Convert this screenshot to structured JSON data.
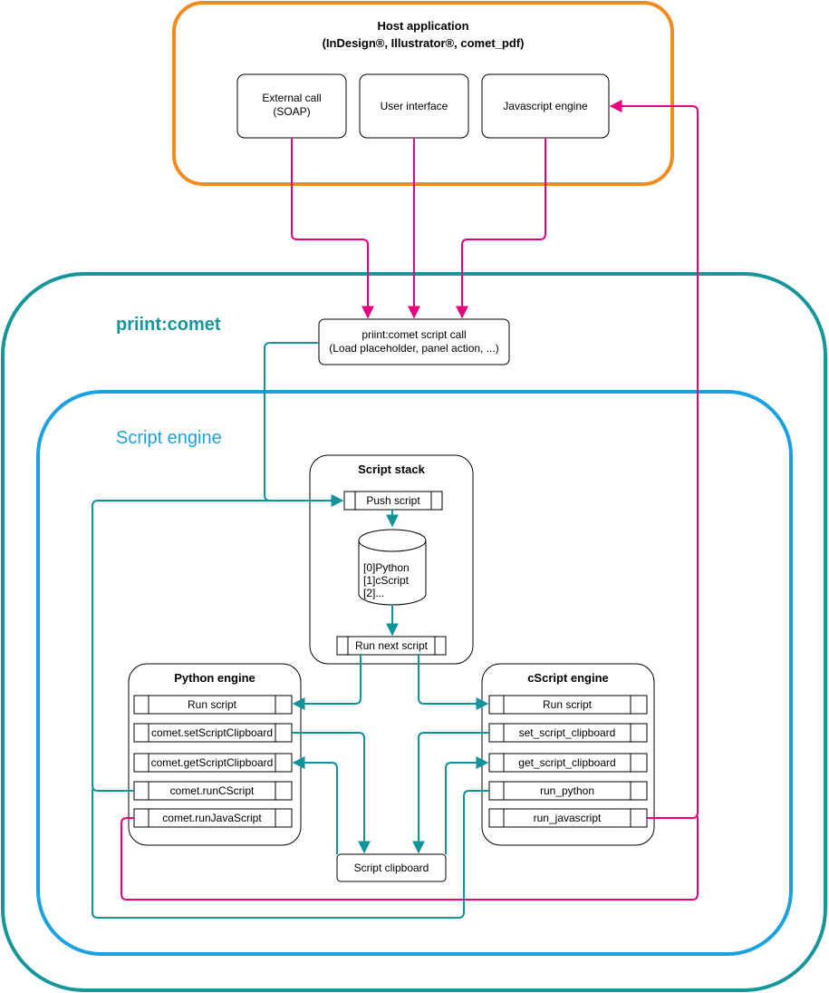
{
  "host": {
    "title": "Host application",
    "subtitle": "(InDesign®, Illustrator®, comet_pdf)",
    "external_call": [
      "External call",
      "(SOAP)"
    ],
    "user_interface": "User interface",
    "javascript_engine": "Javascript engine"
  },
  "comet": {
    "title": "priint:comet",
    "script_call": [
      "priint:comet script call",
      "(Load placeholder, panel action, ...)"
    ]
  },
  "engine": {
    "title": "Script engine"
  },
  "stack": {
    "title": "Script stack",
    "push": "Push script",
    "items": [
      "[0]Python",
      "[1]cScript",
      "[2]..."
    ],
    "run_next": "Run next script"
  },
  "python": {
    "title": "Python engine",
    "functions": [
      "Run script",
      "comet.setScriptClipboard",
      "comet.getScriptClipboard",
      "comet.runCScript",
      "comet.runJavaScript"
    ]
  },
  "cscript": {
    "title": "cScript engine",
    "functions": [
      "Run script",
      "set_script_clipboard",
      "get_script_clipboard",
      "run_python",
      "run_javascript"
    ]
  },
  "clipboard": {
    "label": "Script clipboard"
  },
  "colors": {
    "orange": "#f28a1e",
    "teal": "#14969a",
    "blue": "#1ba1e2",
    "magenta": "#e6007e",
    "flow_teal": "#12939a"
  }
}
